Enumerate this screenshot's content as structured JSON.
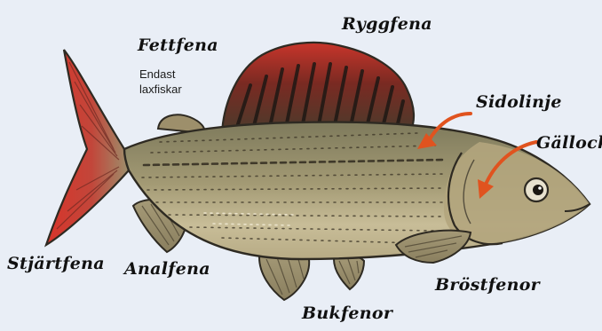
{
  "labels": {
    "ryggfena": "Ryggfena",
    "fettfena": "Fettfena",
    "fettfena_note_line1": "Endast",
    "fettfena_note_line2": "laxfiskar",
    "sidolinje": "Sidolinje",
    "gallock": "Gällock",
    "stjartfena": "Stjärtfena",
    "analfena": "Analfena",
    "bukfenor": "Bukfenor",
    "brostfenor": "Bröstfenor"
  },
  "colors": {
    "background": "#e9eef6",
    "fin_red": "#c8352b",
    "fin_dark": "#6b2a23",
    "body_olive": "#9a916c",
    "belly": "#d8ceb0",
    "outline": "#2e2a22",
    "arrow": "#e0531f"
  }
}
